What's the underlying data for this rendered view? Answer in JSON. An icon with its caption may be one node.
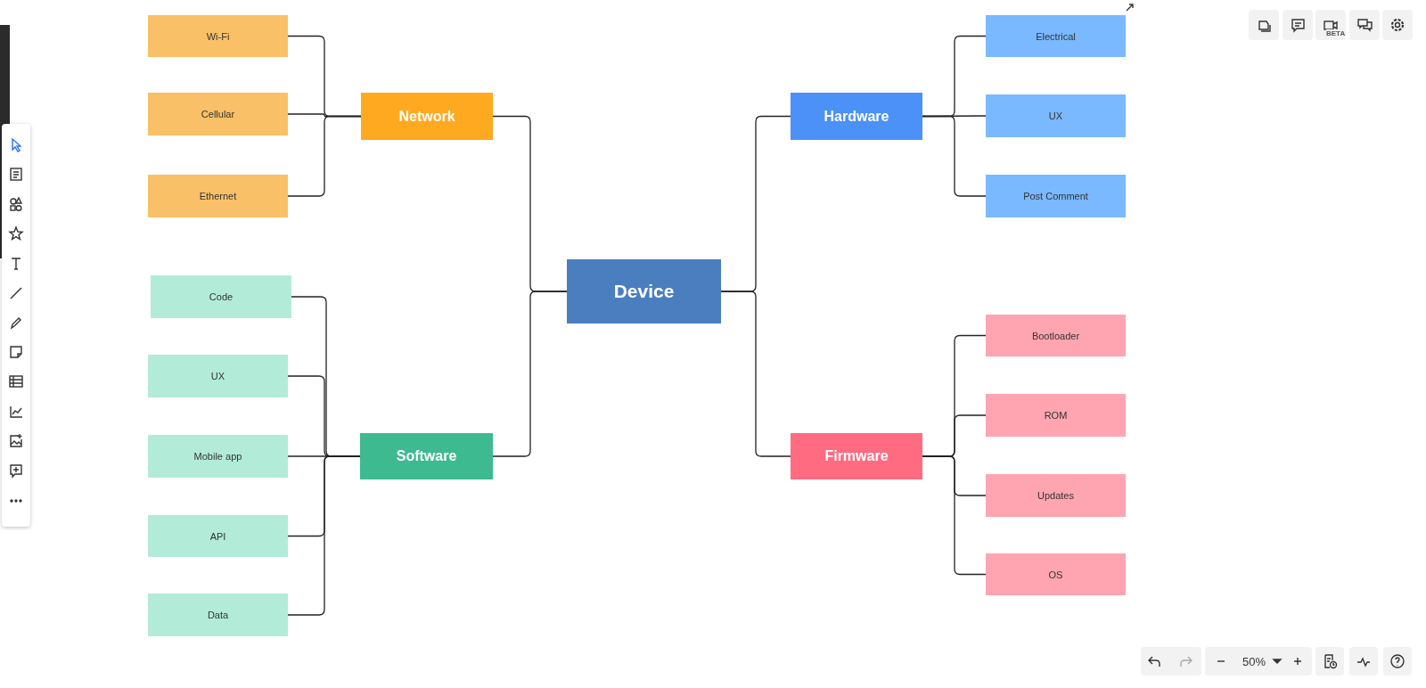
{
  "diagram": {
    "nodes": [
      {
        "text": [
          "Device"
        ]
      },
      {
        "text": [
          "Network"
        ]
      },
      {
        "text": [
          "Wi-Fi"
        ]
      },
      {
        "text": [
          "Cellular"
        ]
      },
      {
        "text": [
          "Ethernet"
        ]
      },
      {
        "text": [
          "Software"
        ]
      },
      {
        "text": [
          "Code"
        ]
      },
      {
        "text": [
          "UX"
        ]
      },
      {
        "text": [
          "Mobile app"
        ]
      },
      {
        "text": [
          "API"
        ]
      },
      {
        "text": [
          "Data"
        ]
      },
      {
        "text": [
          "Hardware"
        ]
      },
      {
        "text": [
          "Electrical"
        ]
      },
      {
        "text": [
          "UX"
        ]
      },
      {
        "text": [
          "Post Comment"
        ]
      },
      {
        "text": [
          "Firmware"
        ]
      },
      {
        "text": [
          "Bootloader"
        ]
      },
      {
        "text": [
          "ROM"
        ]
      },
      {
        "text": [
          "Updates"
        ]
      },
      {
        "text": [
          "OS"
        ]
      }
    ],
    "edges": [
      {
        "from": 0,
        "to": 1,
        "arrow": "none"
      },
      {
        "from": 1,
        "to": 2,
        "arrow": "none"
      },
      {
        "from": 1,
        "to": 3,
        "arrow": "none"
      },
      {
        "from": 1,
        "to": 4,
        "arrow": "none"
      },
      {
        "from": 0,
        "to": 5,
        "arrow": "none"
      },
      {
        "from": 5,
        "to": 6,
        "arrow": "none"
      },
      {
        "from": 5,
        "to": 7,
        "arrow": "none"
      },
      {
        "from": 5,
        "to": 8,
        "arrow": "none"
      },
      {
        "from": 5,
        "to": 9,
        "arrow": "none"
      },
      {
        "from": 5,
        "to": 10,
        "arrow": "none"
      },
      {
        "from": 0,
        "to": 11,
        "arrow": "none"
      },
      {
        "from": 11,
        "to": 12,
        "arrow": "none"
      },
      {
        "from": 11,
        "to": 13,
        "arrow": "none"
      },
      {
        "from": 11,
        "to": 14,
        "arrow": "none"
      },
      {
        "from": 0,
        "to": 15,
        "arrow": "none"
      },
      {
        "from": 15,
        "to": 16,
        "arrow": "none"
      },
      {
        "from": 15,
        "to": 17,
        "arrow": "none"
      },
      {
        "from": 15,
        "to": 18,
        "arrow": "none"
      },
      {
        "from": 15,
        "to": 19,
        "arrow": "none"
      }
    ],
    "labels": [
      "BETA",
      "50%"
    ]
  }
}
